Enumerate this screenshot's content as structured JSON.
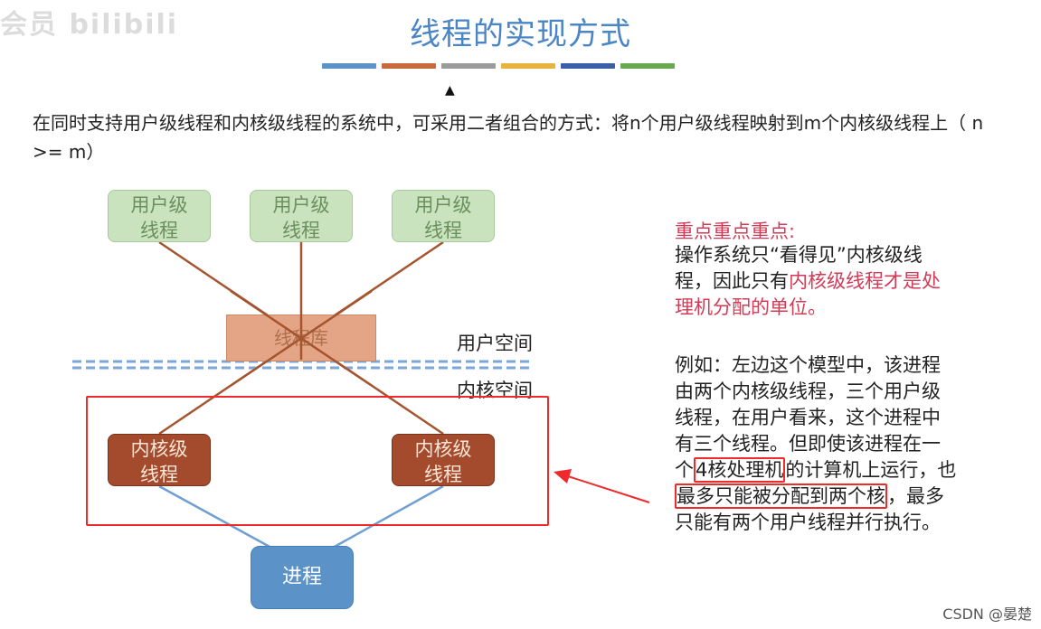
{
  "watermark": "会员 bilibili",
  "slide": {
    "title": "线程的实现方式",
    "title_color": "#4a86c5",
    "underline_colors": [
      "#5b93c9",
      "#c96a3d",
      "#9b9b9b",
      "#e8b33c",
      "#3a5fa8",
      "#6aa84f"
    ],
    "intro": "在同时支持用户级线程和内核级线程的系统中，可采用二者组合的方式：将n个用户级线程映射到m个内核级线程上（ n >= m）"
  },
  "diagram": {
    "user_threads": [
      {
        "line1": "用户级",
        "line2": "线程"
      },
      {
        "line1": "用户级",
        "line2": "线程"
      },
      {
        "line1": "用户级",
        "line2": "线程"
      }
    ],
    "thread_library": "线程库",
    "user_space": "用户空间",
    "kernel_space": "内核空间",
    "kernel_threads": [
      {
        "line1": "内核级",
        "line2": "线程"
      },
      {
        "line1": "内核级",
        "line2": "线程"
      }
    ],
    "process": "进程"
  },
  "notes": {
    "heading": "重点重点重点:",
    "para1_a": "操作系统只“看得见”内核级线",
    "para1_b": "程，因此只有",
    "para1_c": "内核级线程才是处",
    "para1_d": "理机分配的单位。",
    "para2_a": "例如：左边这个模型中，该进程",
    "para2_b": "由两个内核级线程，三个用户级",
    "para2_c": "线程，在用户看来，这个进程中",
    "para2_d": "有三个线程。但即使该进程在一",
    "para2_e1": "个",
    "para2_e2": "4核处理机",
    "para2_e3": "的计算机上运行，也",
    "para2_f1": "最多只能被分配到两个核",
    "para2_f2": "，最多",
    "para2_g": "只能有两个用户线程并行执行。"
  },
  "footer": {
    "csdn": "CSDN @晏楚"
  }
}
